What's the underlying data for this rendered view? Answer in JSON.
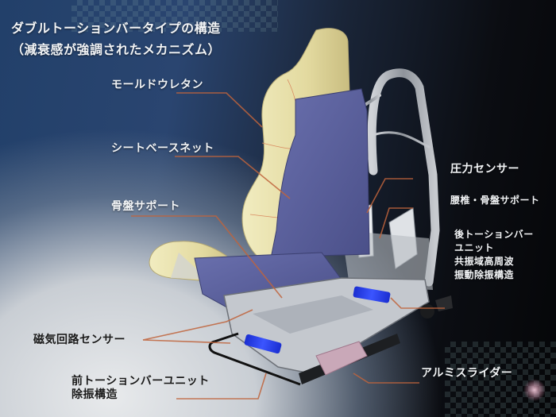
{
  "title": {
    "line1": "ダブルトーションバータイプの構造",
    "line2": "（減衰感が強調されたメカニズム）"
  },
  "labels": {
    "mold_urethane": "モールドウレタン",
    "seat_base_net": "シートベースネット",
    "pelvis_support": "骨盤サポート",
    "pressure_sensor": "圧力センサー",
    "lumbar_pelvis_support": "腰椎・骨盤サポート",
    "rear_torsion_bar": {
      "line1": "後トーションバー",
      "line2": "ユニット",
      "line3": "共振域高周波",
      "line4": "振動除振構造"
    },
    "magnetic_circuit_sensor": "磁気回路センサー",
    "front_torsion_bar": {
      "line1": "前トーションバーユニット",
      "line2": "除振構造"
    },
    "aluminum_slider": "アルミスライダー"
  },
  "colors": {
    "leader_line": "#c0643c",
    "urethane": "#e6dfa6",
    "net": "#5a5f9c",
    "frame": "#a9adb3",
    "damper": "#2236d8"
  }
}
